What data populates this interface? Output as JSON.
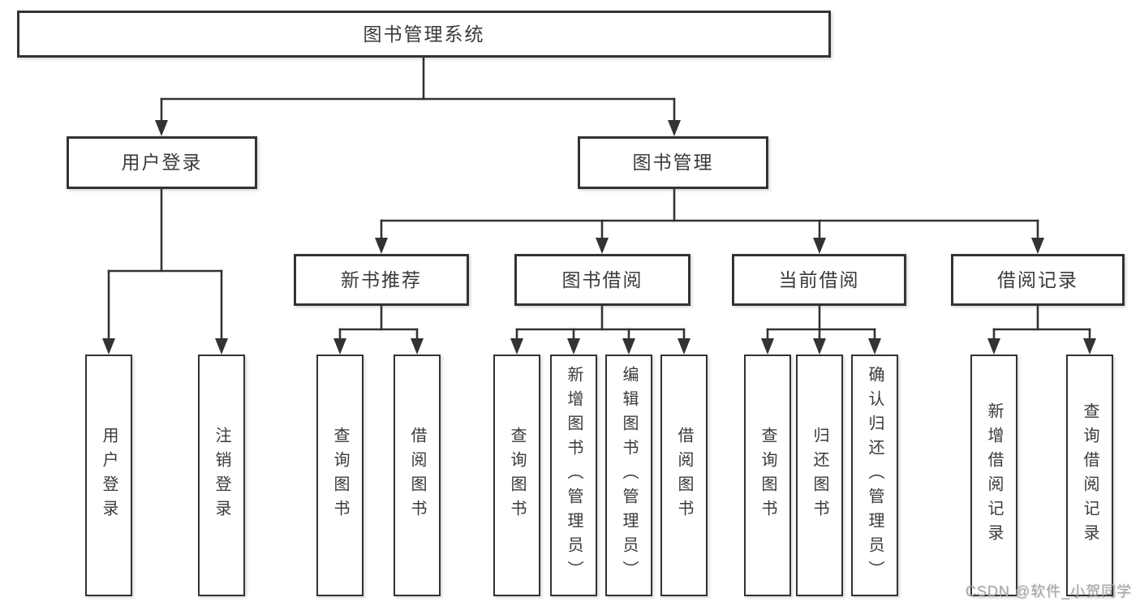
{
  "diagram": {
    "root": {
      "label": "图书管理系统"
    },
    "user_branch": {
      "label": "用户登录",
      "children": [
        {
          "label": "用户登录"
        },
        {
          "label": "注销登录"
        }
      ]
    },
    "management_branch": {
      "label": "图书管理",
      "groups": [
        {
          "label": "新书推荐",
          "children": [
            {
              "label": "查询图书"
            },
            {
              "label": "借阅图书"
            }
          ]
        },
        {
          "label": "图书借阅",
          "children": [
            {
              "label": "查询图书"
            },
            {
              "label": "新增图书（管理员）"
            },
            {
              "label": "编辑图书（管理员）"
            },
            {
              "label": "借阅图书"
            }
          ]
        },
        {
          "label": "当前借阅",
          "children": [
            {
              "label": "查询图书"
            },
            {
              "label": "归还图书"
            },
            {
              "label": "确认归还（管理员）"
            }
          ]
        },
        {
          "label": "借阅记录",
          "children": [
            {
              "label": "新增借阅记录"
            },
            {
              "label": "查询借阅记录"
            }
          ]
        }
      ]
    }
  },
  "watermark": "CSDN @软件_小贺同学",
  "colors": {
    "line": "#333333",
    "text": "#3a3a3a",
    "box_background": "#ffffff",
    "watermark": "#a6a6a6"
  }
}
